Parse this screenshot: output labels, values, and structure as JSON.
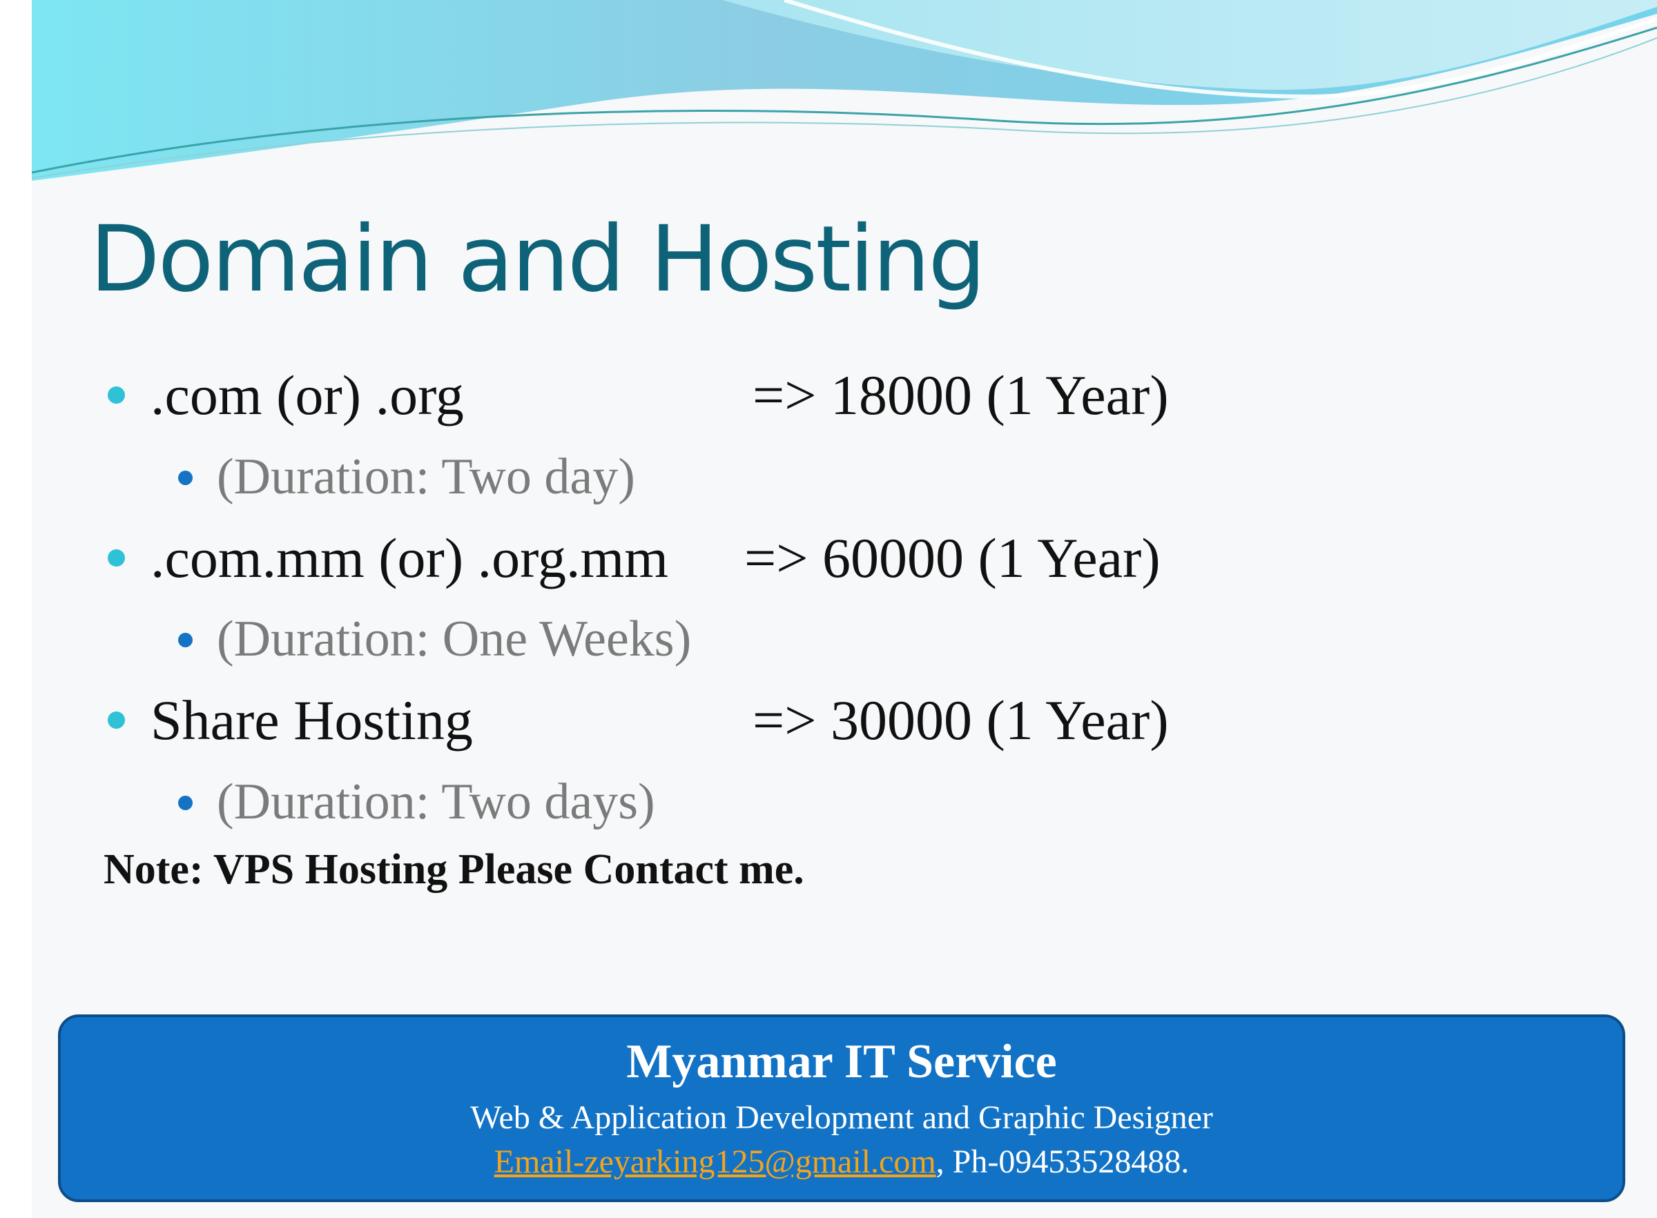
{
  "slide": {
    "title": "Domain and Hosting",
    "items": [
      {
        "label": ".com (or) .org",
        "price": "=> 18000 (1 Year)",
        "duration": "(Duration: Two day)"
      },
      {
        "label": ".com.mm (or) .org.mm",
        "price": "=> 60000 (1 Year)",
        "duration": "(Duration: One Weeks)"
      },
      {
        "label": "Share Hosting",
        "price": "=> 30000 (1 Year)",
        "duration": "(Duration: Two days)"
      }
    ],
    "note": "Note: VPS Hosting Please Contact me."
  },
  "footer": {
    "company": "Myanmar IT Service",
    "tagline": "Web & Application Development and Graphic Designer",
    "email": "Email-zeyarking125@gmail.com",
    "separator": ", ",
    "phone": "Ph-09453528488."
  },
  "colors": {
    "title": "#0e6378",
    "bullet_primary": "#2fc1d5",
    "bullet_secondary": "#1473c4",
    "footer_bg": "#1273c6",
    "email_link": "#f5a31a"
  }
}
